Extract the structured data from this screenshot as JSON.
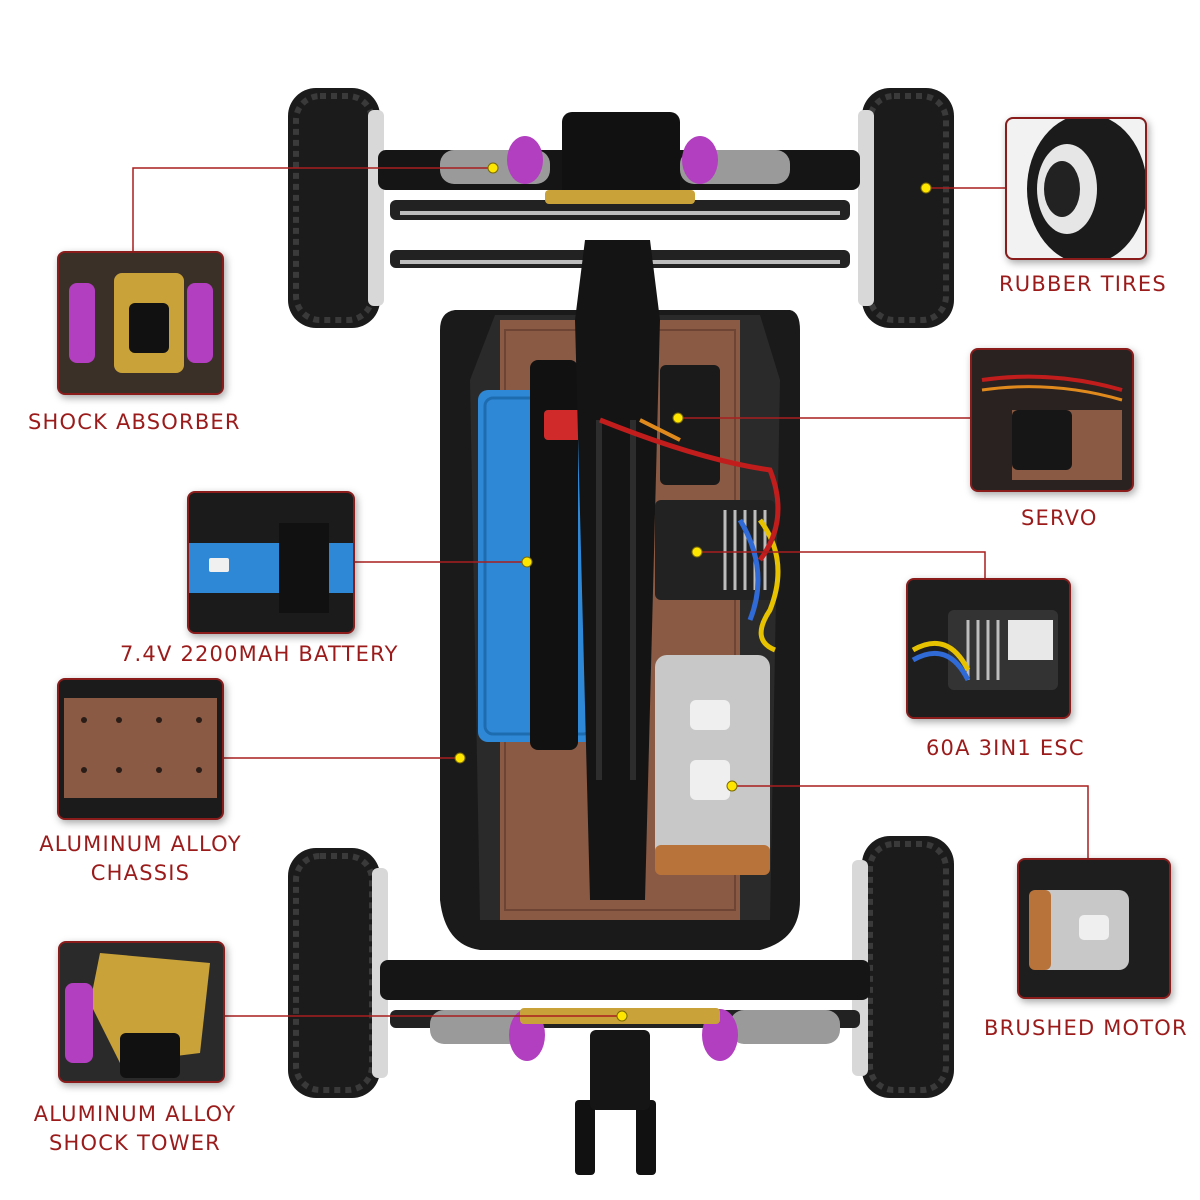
{
  "colors": {
    "label": "#9b1b1b",
    "callout_line": "#a81e1e",
    "marker_dot": "#ffe600",
    "chassis_plate": "#8a5a44",
    "battery": "#2f88d6",
    "shock_spring": "#b23fc0",
    "shock_tower": "#c9a23a",
    "frame": "#1a1a1a",
    "motor_can": "#c8c8c8"
  },
  "labels": {
    "shock_absorber": "SHOCK ABSORBER",
    "rubber_tires": "RUBBER TIRES",
    "servo": "SERVO",
    "battery": "7.4V 2200MAH BATTERY",
    "esc": "60A 3IN1 ESC",
    "chassis_line1": "ALUMINUM ALLOY",
    "chassis_line2": "CHASSIS",
    "brushed_motor": "BRUSHED MOTOR",
    "shock_tower_line1": "ALUMINUM ALLOY",
    "shock_tower_line2": "SHOCK TOWER"
  },
  "thumbnails": [
    {
      "name": "shock-absorber-photo"
    },
    {
      "name": "rubber-tires-photo"
    },
    {
      "name": "servo-photo"
    },
    {
      "name": "battery-photo"
    },
    {
      "name": "esc-photo"
    },
    {
      "name": "chassis-photo"
    },
    {
      "name": "brushed-motor-photo"
    },
    {
      "name": "shock-tower-photo"
    }
  ]
}
